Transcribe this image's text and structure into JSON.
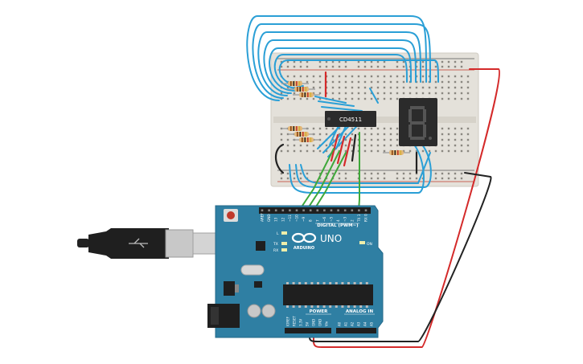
{
  "ic": {
    "label": "CD4511"
  },
  "arduino": {
    "brand": "ARDUINO",
    "model": "UNO",
    "digital_header": "DIGITAL (PWM~)",
    "power_header": "POWER",
    "analog_header": "ANALOG IN",
    "on_label": "ON",
    "l_label": "L",
    "tx_label": "TX",
    "rx_label": "RX",
    "digital_pins": [
      "AREF",
      "GND",
      "13",
      "12",
      "~11",
      "~10",
      "~9",
      "8",
      "7",
      "~6",
      "~5",
      "4",
      "~3",
      "2",
      "TX 1",
      "RX 0"
    ],
    "power_pins": [
      "IOREF",
      "RESET",
      "3.3V",
      "5V",
      "GND",
      "GND",
      "Vin"
    ],
    "analog_pins": [
      "A0",
      "A1",
      "A2",
      "A3",
      "A4",
      "A5"
    ]
  },
  "colors": {
    "board": "#2f7fa3",
    "breadboard": "#e4e1da",
    "wire_blue": "#2a9fd6",
    "wire_green": "#3ea83a",
    "wire_red": "#d42a2a",
    "wire_black": "#222222",
    "segment_on": "#555555",
    "display_body": "#2b2b2b"
  }
}
